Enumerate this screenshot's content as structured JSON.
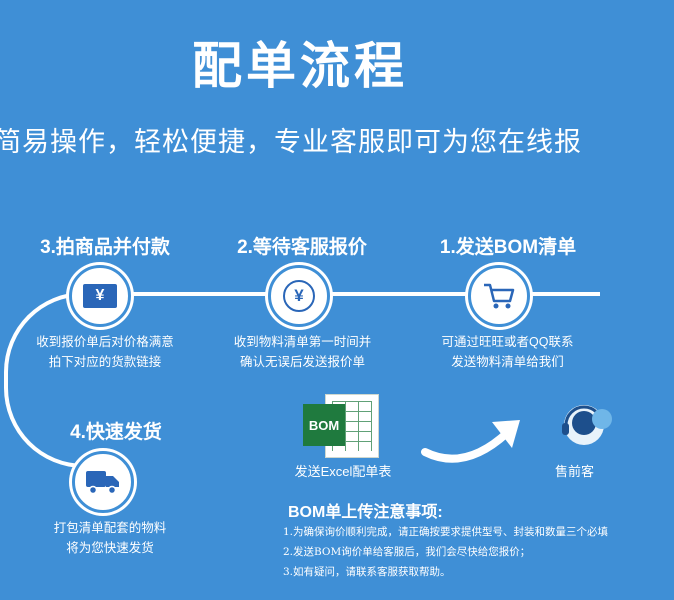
{
  "header": {
    "title": "配单流程",
    "subtitle": "简易操作，轻松便捷，专业客服即可为您在线报"
  },
  "steps": [
    {
      "title": "3.拍商品并付款",
      "desc_line1": "收到报价单后对价格满意",
      "desc_line2": "拍下对应的货款链接",
      "icon": "yen-card-icon"
    },
    {
      "title": "2.等待客服报价",
      "desc_line1": "收到物料清单第一时间并",
      "desc_line2": "确认无误后发送报价单",
      "icon": "yen-coin-icon"
    },
    {
      "title": "1.发送BOM清单",
      "desc_line1": "可通过旺旺或者QQ联系",
      "desc_line2": "发送物料清单给我们",
      "icon": "shopping-cart-icon"
    },
    {
      "title": "4.快速发货",
      "desc_line1": "打包清单配套的物料",
      "desc_line2": "将为您快速发货",
      "icon": "delivery-truck-icon"
    }
  ],
  "excel": {
    "icon_text": "BOM",
    "caption": "发送Excel配单表"
  },
  "service": {
    "caption": "售前客"
  },
  "notes": {
    "title": "BOM单上传注意事项:",
    "lines": [
      "1.为确保询价顺利完成，请正确按要求提供型号、封装和数量三个必填",
      "2.发送BOM询价单给客服后，我们会尽快给您报价；",
      "3.如有疑问，请联系客服获取帮助。"
    ]
  },
  "icons": {
    "yen": "¥"
  },
  "colors": {
    "background": "#3f8fd6",
    "excel_green": "#1f7a3e",
    "icon_blue": "#2a66b8"
  }
}
